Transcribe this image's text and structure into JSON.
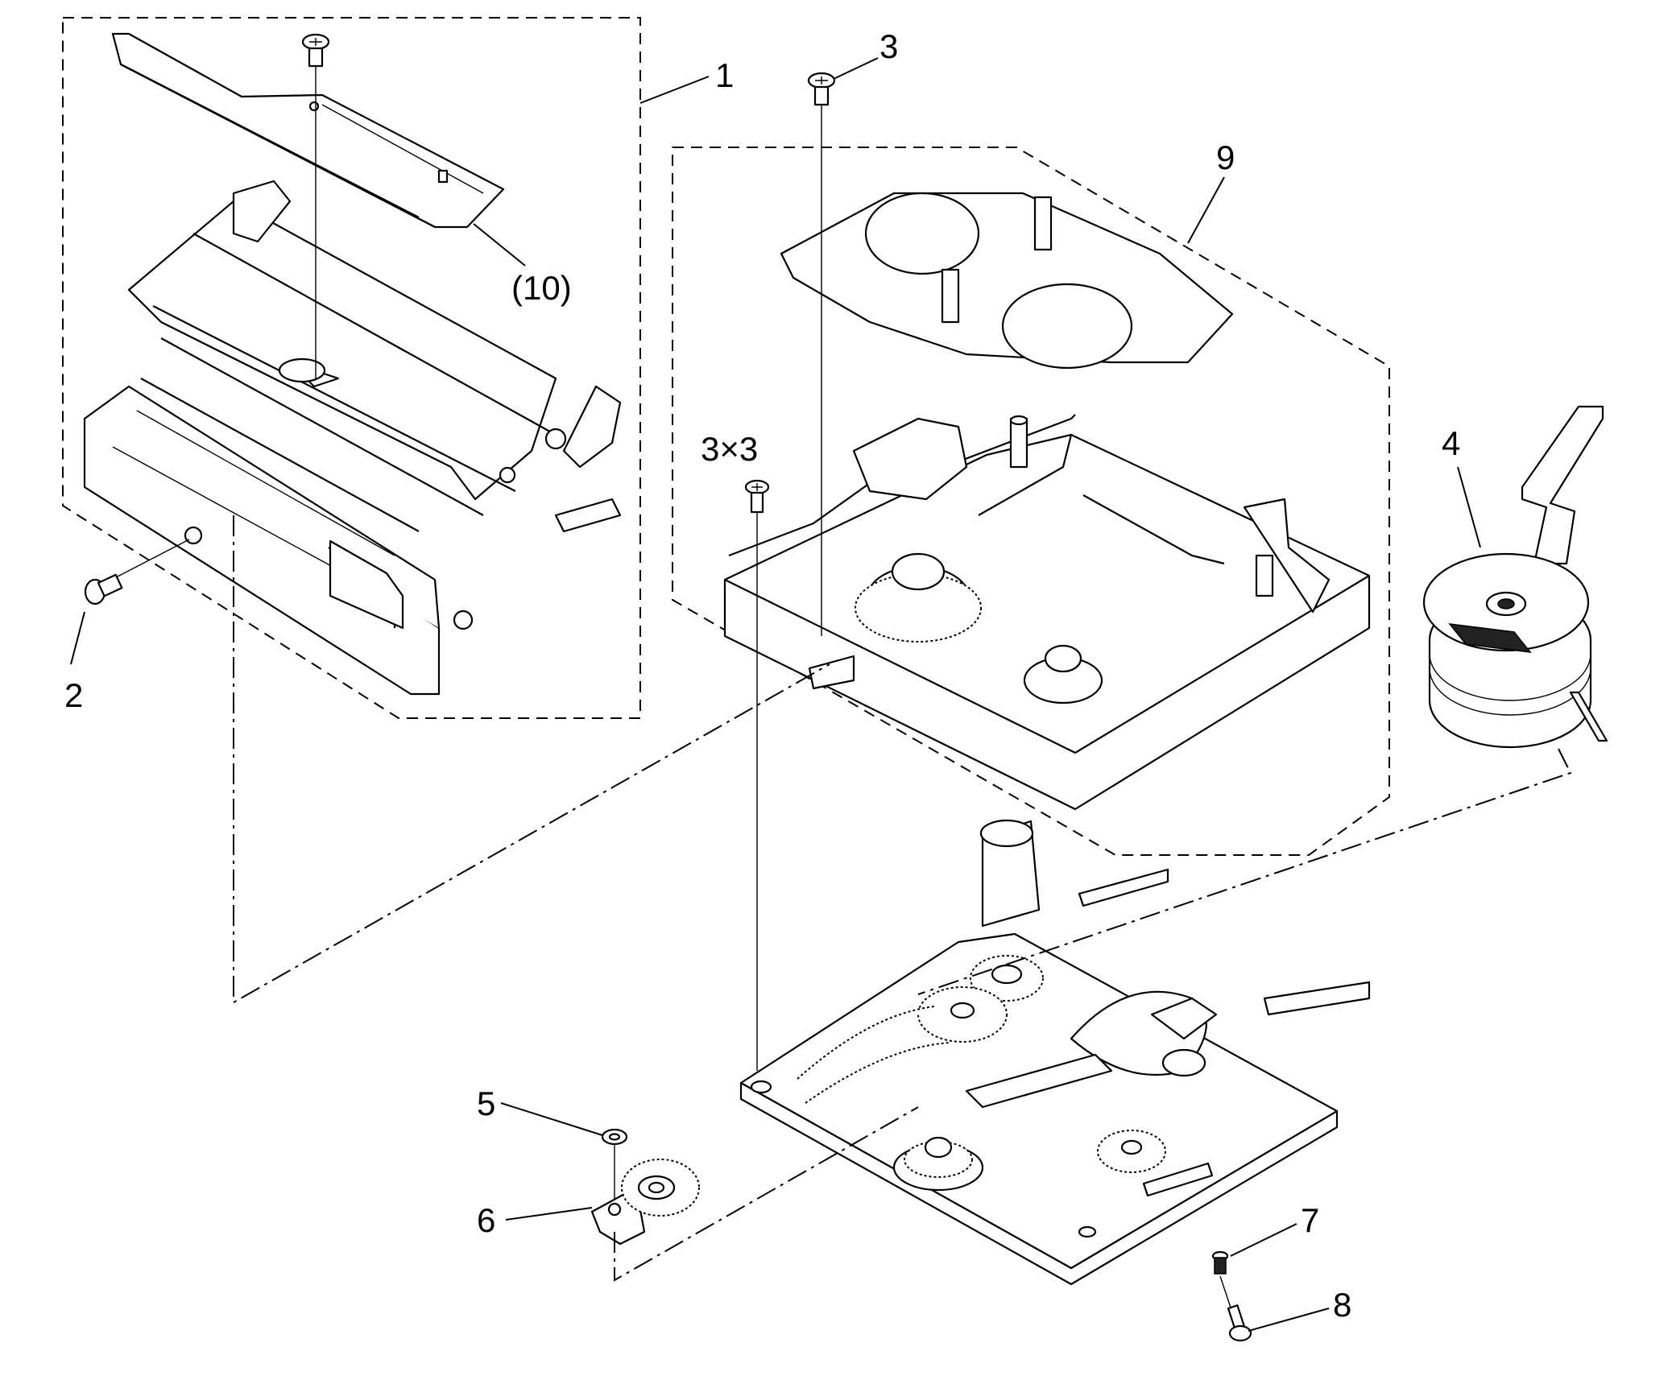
{
  "callouts": {
    "c1": "1",
    "c2": "2",
    "c3": "3",
    "c3x3": "3×3",
    "c4": "4",
    "c5": "5",
    "c6": "6",
    "c7": "7",
    "c8": "8",
    "c9": "9",
    "c10": "(10)"
  }
}
